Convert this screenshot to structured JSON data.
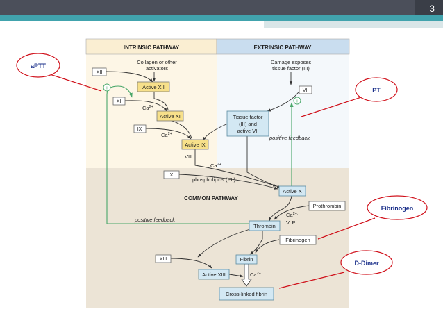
{
  "slide": {
    "number": "3"
  },
  "sections": {
    "intrinsic": "INTRINSIC PATHWAY",
    "extrinsic": "EXTRINSIC PATHWAY",
    "common": "COMMON PATHWAY"
  },
  "notes": {
    "collagen_line1": "Collagen or other",
    "collagen_line2": "activators",
    "damage_line1": "Damage exposes",
    "damage_line2": "tissue factor (III)",
    "positive_feedback_1": "positive feedback",
    "positive_feedback_2": "positive feedback",
    "phospholipids": "phospholipids (PL)",
    "viii": "VIII",
    "ca1": "Ca",
    "ca2": "Ca",
    "ca3": "Ca",
    "ca4": "Ca",
    "ca5_line1": "Ca",
    "ca5_line2": "V, PL",
    "sup2plus": "2+",
    "sup2plus_comma": "2+,",
    "plus": "+"
  },
  "factors": {
    "xii": "XII",
    "active_xii": "Active XII",
    "xi": "XI",
    "active_xi": "Active XI",
    "ix": "IX",
    "active_ix": "Active IX",
    "vii": "VII",
    "tf_line1": "Tissue factor",
    "tf_line2": "(III) and",
    "tf_line3": "active VII",
    "x": "X",
    "active_x": "Active X",
    "prothrombin": "Prothrombin",
    "thrombin": "Thrombin",
    "fibrinogen": "Fibrinogen",
    "fibrin": "Fibrin",
    "xiii": "XIII",
    "active_xiii": "Active XIII",
    "crosslinked": "Cross-linked fibrin"
  },
  "callouts": {
    "aptt": "aPTT",
    "pt": "PT",
    "fibrinogen": "Fibrinogen",
    "ddimer": "D-Dimer"
  },
  "colors": {
    "callout_text": "#1a2f8a",
    "callout_border": "#d0101a",
    "feedback_arrow": "#4aa76a",
    "intrinsic_bg": "#faeed2",
    "extrinsic_bg": "#c9ddef",
    "common_bg": "#ece4d6"
  }
}
